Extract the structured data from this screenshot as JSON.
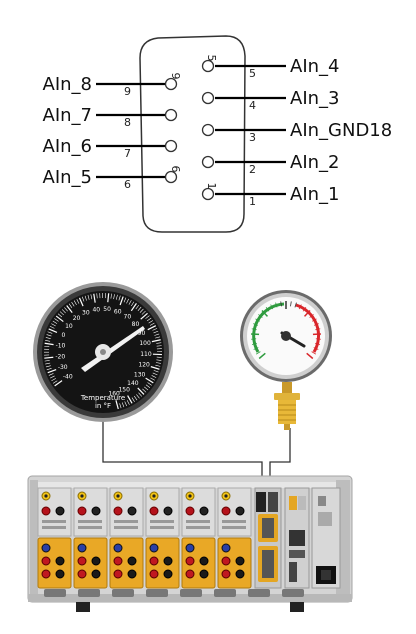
{
  "connector": {
    "left_pins": [
      {
        "label": "AIn_8",
        "num": "9",
        "mark": "9"
      },
      {
        "label": "AIn_7",
        "num": "8",
        "mark": ""
      },
      {
        "label": "AIn_6",
        "num": "7",
        "mark": ""
      },
      {
        "label": "AIn_5",
        "num": "6",
        "mark": "6"
      }
    ],
    "right_pins": [
      {
        "label": "AIn_4",
        "num": "5",
        "mark": "5"
      },
      {
        "label": "AIn_3",
        "num": "4",
        "mark": ""
      },
      {
        "label": "AIn_GND18",
        "num": "3",
        "mark": ""
      },
      {
        "label": "AIn_2",
        "num": "2",
        "mark": ""
      },
      {
        "label": "AIn_1",
        "num": "1",
        "mark": "1"
      }
    ]
  },
  "thermometer": {
    "caption_line1": "Temperature",
    "caption_line2": "in °F",
    "scale_labels": [
      "-40",
      "-30",
      "-20",
      "-10",
      "0",
      "10",
      "20",
      "30",
      "40",
      "50",
      "60",
      "70",
      "80",
      "90",
      "100",
      "110",
      "120",
      "130",
      "140",
      "150",
      "160"
    ]
  },
  "pressure_gauge": {
    "arc_colors": {
      "low": "#2e9b3e",
      "high": "#d9262b"
    }
  },
  "instrument": {
    "module_count": 6
  }
}
